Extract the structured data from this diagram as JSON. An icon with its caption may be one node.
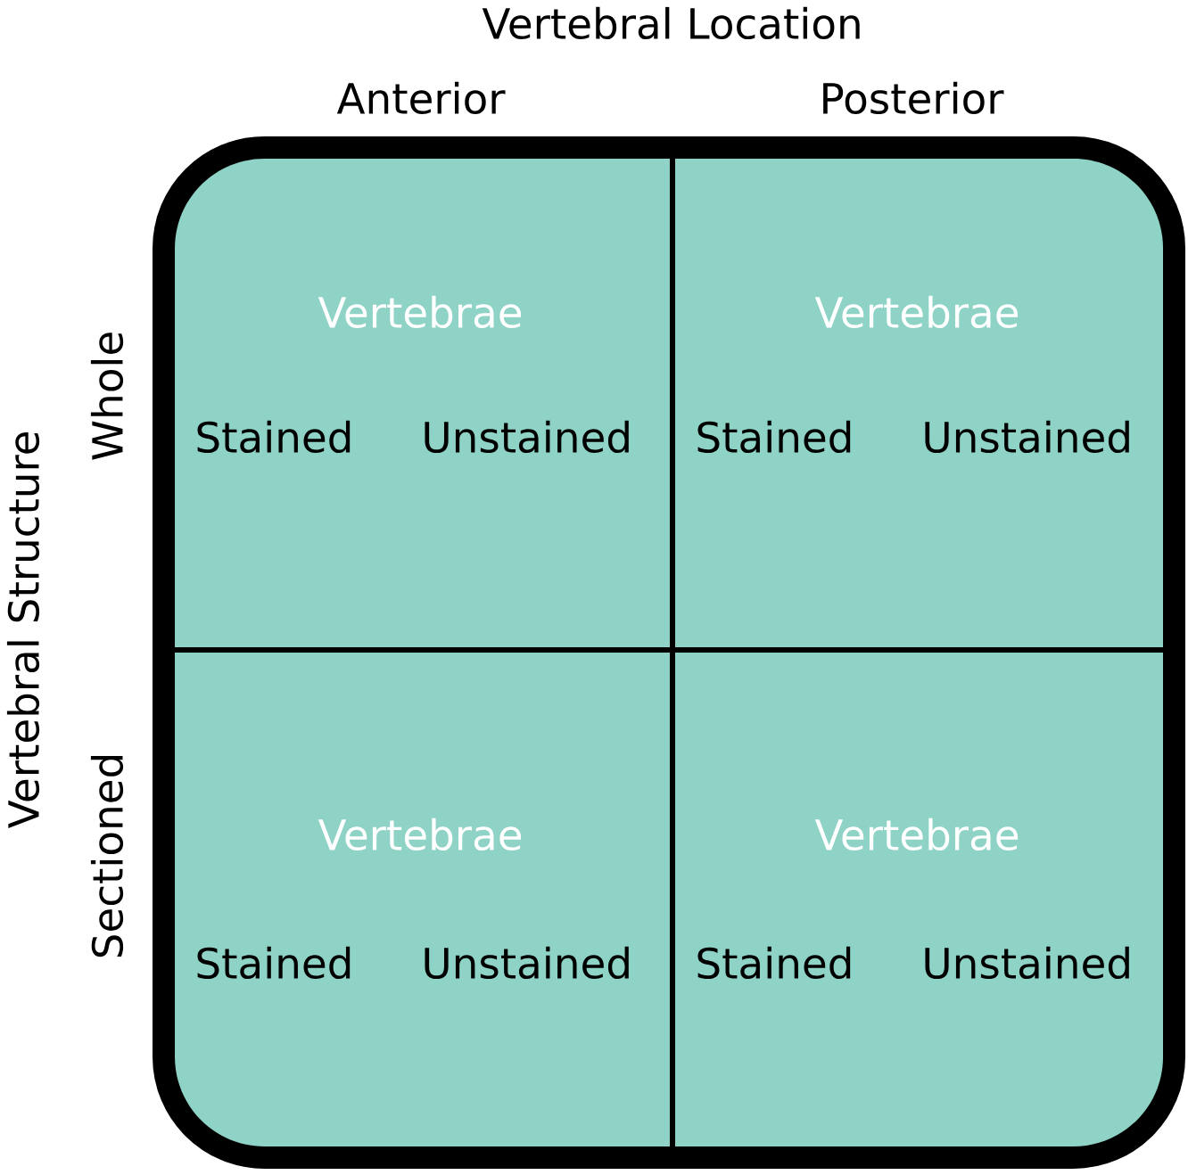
{
  "diagram": {
    "nodes": [
      {
        "text": [],
        "shape": "box"
      },
      {
        "text": [
          "Vertebrae",
          "Stained",
          "Unstained"
        ],
        "in": 0
      },
      {
        "text": [
          "Vertebrae",
          "Stained",
          "Unstained"
        ],
        "in": 0
      },
      {
        "text": [
          "Vertebrae",
          "Stained",
          "Unstained"
        ],
        "in": 0
      },
      {
        "text": [
          "Vertebrae",
          "Stained",
          "Unstained"
        ],
        "in": 0
      }
    ],
    "labels": [
      "Vertebral Location",
      "Anterior",
      "Posterior",
      "Vertebral Structure",
      "Whole",
      "Sectioned"
    ]
  }
}
